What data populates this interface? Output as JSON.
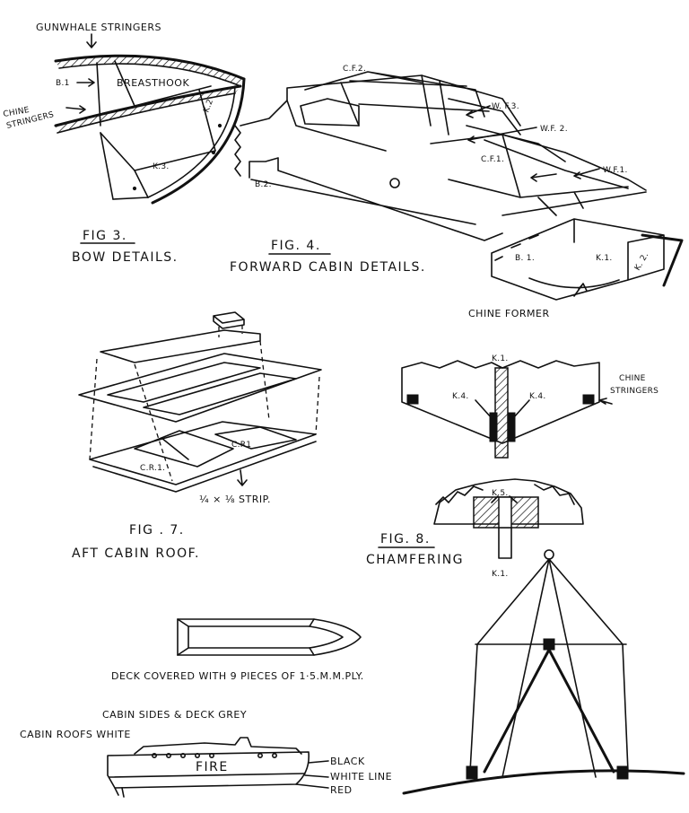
{
  "fig3": {
    "caption_number": "FIG 3.",
    "caption_title": "BOW DETAILS.",
    "labels": {
      "gunwhale": "GUNWHALE STRINGERS",
      "b1": "B.1",
      "breasthook": "BREASTHOOK",
      "chine_line1": "CHINE",
      "chine_line2": "STRINGERS",
      "k2": "K.2",
      "k3": "K.3."
    }
  },
  "fig4": {
    "caption_number": "FIG. 4.",
    "caption_title": "FORWARD CABIN DETAILS.",
    "labels": {
      "cf2": "C.F.2.",
      "wf3": "W. F.3.",
      "wf2": "W.F. 2.",
      "cf1": "C.F.1.",
      "wf1": "W.F.1.",
      "b2": "B.2.",
      "b1": "B. 1.",
      "k1": "K.1.",
      "k2": "K. 2.",
      "chine_former": "CHINE FORMER"
    }
  },
  "fig7": {
    "caption_number": "FIG . 7.",
    "caption_title": "AFT CABIN ROOF.",
    "labels": {
      "cr1_right": "C.R1",
      "cr1_left": "C.R.1.",
      "strip": "¼ × ⅛ STRIP."
    }
  },
  "fig8": {
    "caption_number": "FIG. 8.",
    "caption_title": "CHAMFERING",
    "labels": {
      "k1_top": "K.1.",
      "k4_left": "K.4.",
      "k4_right": "K.4.",
      "chine_line1": "CHINE",
      "chine_line2": "STRINGERS",
      "k5": "K.5.",
      "k1_bottom": "K.1."
    }
  },
  "deck": {
    "note": "DECK COVERED WITH 9 PIECES OF 1·5.M.M.PLY."
  },
  "profile": {
    "cabin_sides": "CABIN SIDES & DECK GREY",
    "cabin_roofs": "CABIN ROOFS WHITE",
    "hull_name": "FIRE",
    "black": "BLACK",
    "white_line": "WHITE LINE",
    "red": "RED"
  }
}
